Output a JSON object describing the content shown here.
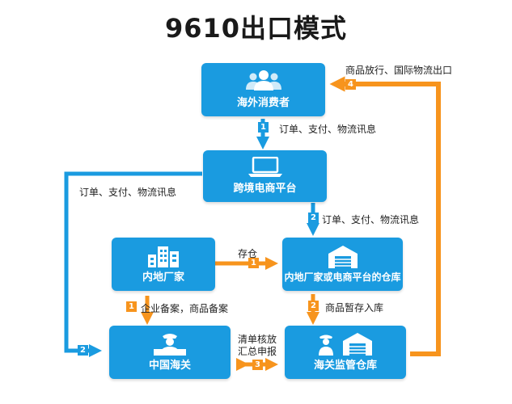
{
  "title": "9610出口模式",
  "colors": {
    "blue": "#1a9be0",
    "orange": "#f7941d"
  },
  "nodes": {
    "consumer": {
      "label": "海外消费者",
      "icon": "people-icon"
    },
    "platform": {
      "label": "跨境电商平台",
      "icon": "laptop-icon"
    },
    "factory": {
      "label": "内地厂家",
      "icon": "building-icon"
    },
    "warehouse": {
      "label": "内地厂家或电商平台的仓库",
      "icon": "warehouse-icon"
    },
    "customs": {
      "label": "中国海关",
      "icon": "customs-officer-icon"
    },
    "bonded_warehouse": {
      "label": "海关监管仓库",
      "icon": "customs-warehouse-icon"
    }
  },
  "edges": [
    {
      "num": "1",
      "label": "订单、支付、物流讯息"
    },
    {
      "num": "2",
      "label": "订单、支付、物流讯息"
    },
    {
      "num": "1",
      "label": "存仓"
    },
    {
      "num": "1",
      "label": "企业备案，商品备案"
    },
    {
      "num": "2",
      "label": "商品暂存入库"
    },
    {
      "num": "2",
      "label": "订单、支付、物流讯息"
    },
    {
      "num": "3",
      "label_line1": "清单核放",
      "label_line2": "汇总申报"
    },
    {
      "num": "4",
      "label": "商品放行、国际物流出口"
    }
  ]
}
